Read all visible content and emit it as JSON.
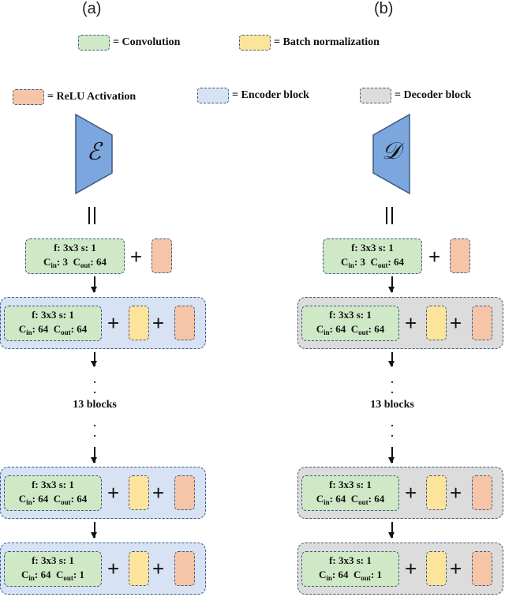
{
  "panels": {
    "a": "(a)",
    "b": "(b)"
  },
  "legend": {
    "convolution": "= Convolution",
    "batchnorm": "= Batch normalization",
    "relu": "= ReLU Activation",
    "encoder": "= Encoder block",
    "decoder": "= Decoder block"
  },
  "symbols": {
    "encoder": "ℰ",
    "decoder": "𝒟"
  },
  "conv": {
    "filter_line": "f: 3x3   s: 1",
    "c_in": "C",
    "in_sub": "in",
    "c_out": "C",
    "out_sub": "out",
    "first": {
      "in_val": ": 3",
      "out_val": ": 64"
    },
    "mid": {
      "in_val": ": 64",
      "out_val": ": 64"
    },
    "last": {
      "in_val": ": 64",
      "out_val": ": 1"
    }
  },
  "plus": "+",
  "blocks_label": "13 blocks",
  "dot": ".",
  "colors": {
    "convolution": "#cfe8c5",
    "batchnorm": "#fde49c",
    "relu": "#f6c5a8",
    "encoder": "#d7e2f4",
    "decoder": "#dcdcdc",
    "trapezoid": "#7ba7de"
  }
}
